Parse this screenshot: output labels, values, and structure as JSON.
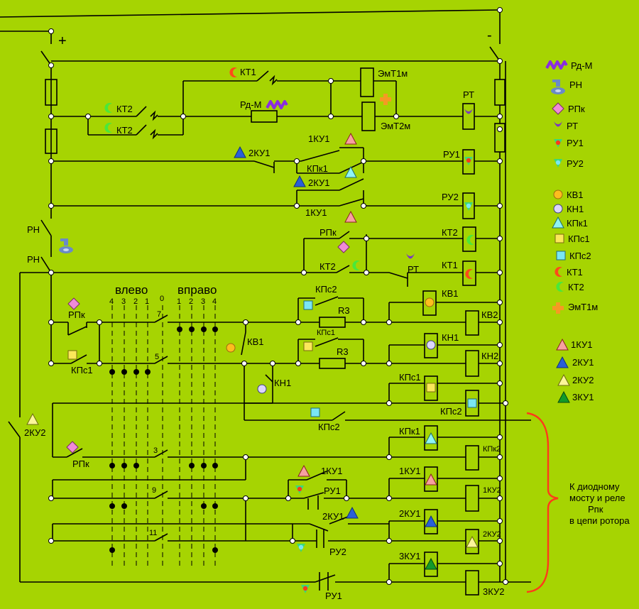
{
  "rails": {
    "plus": "+",
    "minus": "-"
  },
  "switch": {
    "left": "влево",
    "right": "вправо",
    "pos_left": [
      "4",
      "3",
      "2",
      "1"
    ],
    "zero": "0",
    "pos_right": [
      "1",
      "2",
      "3",
      "4"
    ],
    "rows": [
      "7",
      "5",
      "3",
      "9",
      "11"
    ]
  },
  "labels": {
    "kt1_top": "КТ1",
    "kt2_a": "КТ2",
    "kt2_b": "КТ2",
    "rd_m": "Рд-М",
    "emt1m": "ЭмТ1м",
    "emt2m": "ЭмТ2м",
    "rt_coil": "РТ",
    "ku2_2": "2КУ1",
    "ku1_1": "1КУ1",
    "kpk1_a": "КПк1",
    "ru1_coil": "РУ1",
    "ku2_b": "2КУ1",
    "ku1_b": "1КУ1",
    "ru2_coil": "РУ2",
    "rn_a": "РН",
    "rn_b": "РН",
    "rpk_a": "РПк",
    "kt2_c": "КТ2",
    "kt2_coil": "КТ2",
    "rt_contact": "РТ",
    "kt1_coil": "КТ1",
    "rpk_b": "РПк",
    "kps2_a": "КПс2",
    "r3_a": "R3",
    "kps1_a": "КПс1",
    "r3_b": "R3",
    "kv1_coil": "КВ1",
    "kv2_coil": "КВ2",
    "kn1_coil": "КН1",
    "kn2_coil": "КН2",
    "kps1_b": "КПс1",
    "kv1_contact": "КВ1",
    "kn1_contact": "КН1",
    "kps1_coil": "КПс1",
    "kps2_coil": "КПс2",
    "ku2_2b": "2КУ2",
    "kps2_b": "КПс2",
    "kpk1_coil": "КПк1",
    "rpk_c": "РПк",
    "kpk2_coil": "КПк2",
    "ku1_1c": "1КУ1",
    "ru1_a": "РУ1",
    "ku1_coil": "1КУ1",
    "ku1_2coil": "1КУ2",
    "ku2_1c": "2КУ1",
    "ru2_a": "РУ2",
    "ku2_1coil": "2КУ1",
    "ku2_2coil": "2КУ2",
    "ku3_1coil": "3КУ1",
    "ku3_2coil": "3КУ2",
    "ru1_b": "РУ1"
  },
  "legend": [
    {
      "icon": "rd-m-icon",
      "label": "Рд-М"
    },
    {
      "icon": "rn-key-icon",
      "label": "РН"
    },
    {
      "icon": "pink-diamond-icon",
      "label": "РПк"
    },
    {
      "icon": "rt-icon",
      "label": "РТ"
    },
    {
      "icon": "ru1-icon",
      "label": "РУ1"
    },
    {
      "icon": "ru2-icon",
      "label": "РУ2"
    },
    {
      "icon": "orange-circle-icon",
      "label": "КВ1"
    },
    {
      "icon": "lilac-circle-icon",
      "label": "КН1"
    },
    {
      "icon": "cyan-triangle-icon",
      "label": "КПк1"
    },
    {
      "icon": "yellow-square-icon",
      "label": "КПс1"
    },
    {
      "icon": "cyan-square-icon",
      "label": "КПс2"
    },
    {
      "icon": "red-crescent-icon",
      "label": "КТ1"
    },
    {
      "icon": "green-crescent-icon",
      "label": "КТ2"
    },
    {
      "icon": "orange-cross-icon",
      "label": "ЭмТ1м"
    },
    {
      "icon": "pink-triangle-icon",
      "label": "1КУ1"
    },
    {
      "icon": "blue-triangle-icon",
      "label": "2КУ1"
    },
    {
      "icon": "yellow-triangle-icon",
      "label": "2КУ2"
    },
    {
      "icon": "green-triangle-icon",
      "label": "3КУ1"
    }
  ],
  "note": [
    "К диодному",
    "мосту и реле",
    "Рпк",
    "в цепи ротора"
  ],
  "colors": {
    "background": "#a6d402",
    "wire": "#000000",
    "bracket": "#ff3a1a"
  }
}
